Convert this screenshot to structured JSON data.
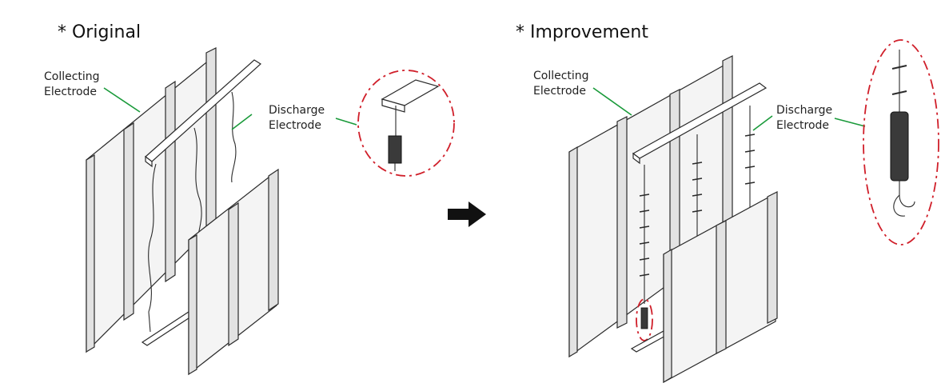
{
  "panels": [
    {
      "title": "* Original",
      "labels": {
        "collecting": [
          "Collecting",
          "Electrode"
        ],
        "discharge": [
          "Discharge",
          "Electrode"
        ]
      }
    },
    {
      "title": "* Improvement",
      "labels": {
        "collecting": [
          "Collecting",
          "Electrode"
        ],
        "discharge": [
          "Discharge",
          "Electrode"
        ]
      }
    }
  ],
  "colors": {
    "leader_line": "#1a9a3a",
    "highlight_circle": "#d01f2a",
    "arrow": "#111111"
  }
}
